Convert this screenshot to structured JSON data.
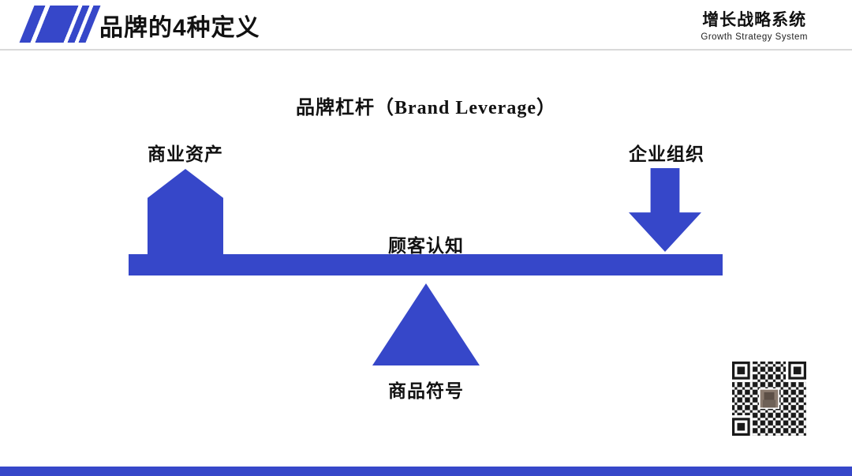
{
  "header": {
    "title": "品牌的4种定义",
    "brand_cn": "增长战略系统",
    "brand_en": "Growth Strategy System"
  },
  "diagram": {
    "title": "品牌杠杆（Brand Leverage）",
    "left_label": "商业资产",
    "right_label": "企业组织",
    "beam_label": "顾客认知",
    "fulcrum_label": "商品符号"
  },
  "icons": {
    "qr": "qr-code",
    "deco": "diagonal-stripes"
  },
  "colors": {
    "accent": "#3647c9",
    "text": "#111111",
    "divider": "#d9d9d9"
  }
}
